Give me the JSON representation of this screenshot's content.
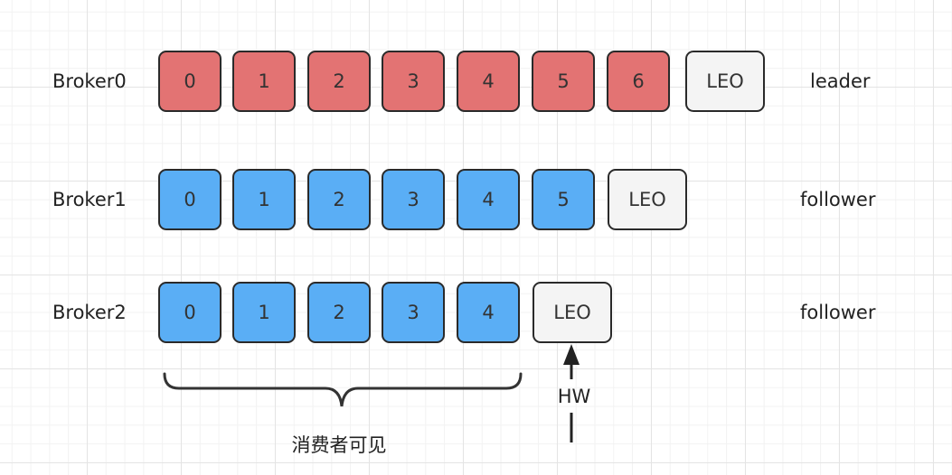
{
  "brokers": [
    {
      "name": "Broker0",
      "role": "leader",
      "cells": [
        "0",
        "1",
        "2",
        "3",
        "4",
        "5",
        "6"
      ],
      "leo": "LEO",
      "color": "#e37373"
    },
    {
      "name": "Broker1",
      "role": "follower",
      "cells": [
        "0",
        "1",
        "2",
        "3",
        "4",
        "5"
      ],
      "leo": "LEO",
      "color": "#5aaef5"
    },
    {
      "name": "Broker2",
      "role": "follower",
      "cells": [
        "0",
        "1",
        "2",
        "3",
        "4"
      ],
      "leo": "LEO",
      "color": "#5aaef5"
    }
  ],
  "annotations": {
    "hw": "HW",
    "visible": "消费者可见"
  }
}
